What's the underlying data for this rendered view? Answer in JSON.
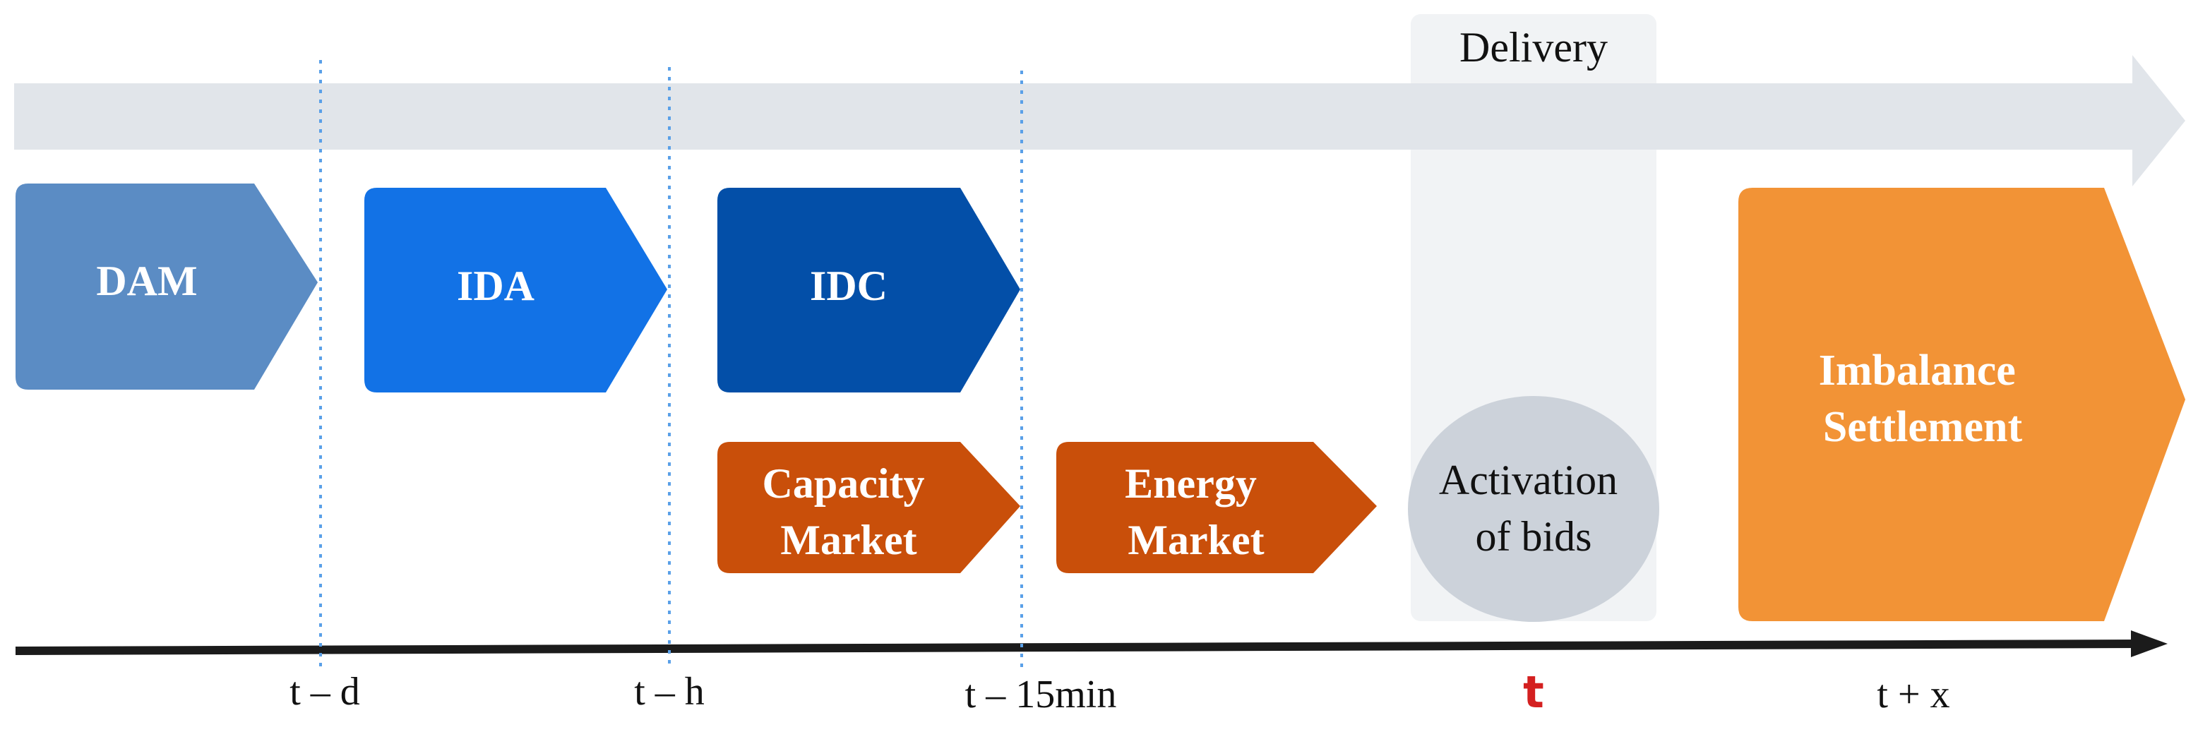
{
  "delivery": {
    "label": "Delivery"
  },
  "boxes": {
    "dam": {
      "label": "DAM",
      "color": "#5b8cc4"
    },
    "ida": {
      "label": "IDA",
      "color": "#1272e6"
    },
    "idc": {
      "label": "IDC",
      "color": "#034fa8"
    },
    "capacity_market": {
      "lines": [
        "Capacity",
        "Market"
      ],
      "color": "#c94f0a"
    },
    "energy_market": {
      "lines": [
        "Energy",
        "Market"
      ],
      "color": "#c94f0a"
    },
    "imbalance_settlement": {
      "lines": [
        "Imbalance",
        "Settlement"
      ],
      "color": "#f29336"
    }
  },
  "activation": {
    "lines": [
      "Activation",
      "of bids"
    ],
    "color": "#ccd2da"
  },
  "timeline": {
    "ticks": [
      {
        "label": "t – d"
      },
      {
        "label": "t – h"
      },
      {
        "label": "t – 15min"
      },
      {
        "label": "t",
        "color": "#d42020"
      },
      {
        "label": "t + x"
      }
    ]
  },
  "colors": {
    "top_arrow": "#e1e5ea",
    "delivery_band": "#f1f3f5",
    "axis": "#1b1b1b",
    "guide": "#5aa0e8"
  }
}
